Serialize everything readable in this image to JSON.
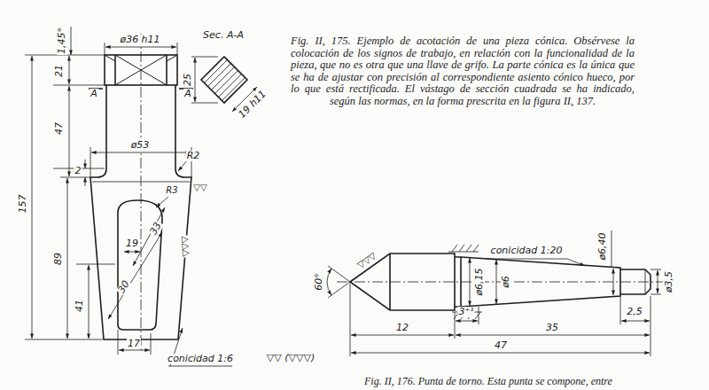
{
  "diagram": {
    "caption": "Fig. II, 175. Ejemplo de acotación de una pieza cónica. Obsérvese la colocación de los signos de trabajo, en relación con la funcionalidad de la pieza, que no es otra que una llave de grifo. La parte cónica es la única que se ha de ajustar con precisión al correspondiente asiento cónico hueco, por lo que está rectificada. El vástago de sección cuadrada se ha indicado, según las normas, en la forma prescrita en la figura II, 137.",
    "labels": [
      "1,45°",
      "ø36 h11",
      "Sec. A-A",
      "A",
      "A",
      "25",
      "19 h11",
      "21",
      "47",
      "157",
      "ø53",
      "2",
      "R2",
      "▽▽",
      "R3",
      "33",
      "19",
      "▽▽▽",
      "30",
      "89",
      "41",
      "17",
      "conicidad 1:6",
      "▽▽ (▽▽▽)",
      "60°",
      "▽▽▽",
      "conicidad 1:20",
      "ø6,15",
      "ø6",
      "ø6,40",
      "ø3,5",
      "3⁺¹",
      "2,5",
      "12",
      "35",
      "47",
      "Fig. II, 176.  Punta de torno. Esta punta se compone, entre"
    ]
  }
}
